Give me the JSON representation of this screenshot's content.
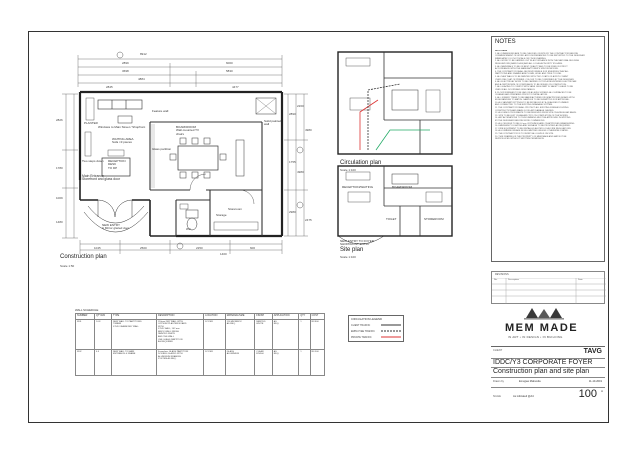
{
  "sheet": {
    "border_color": "#333333"
  },
  "construction_plan": {
    "title": "Construction plan",
    "scale": "Scale 1:50",
    "dims_top": [
      "8912",
      "2899",
      "6000",
      "3698",
      "5830",
      "4884",
      "2845",
      "4477"
    ],
    "dims_left": [
      "2826",
      "1780",
      "1009",
      "1480"
    ],
    "dims_right": [
      "2890",
      "2260",
      "4980",
      "1755",
      "4980",
      "2980",
      "2475"
    ],
    "dims_bottom": [
      "1045",
      "2500",
      "2250",
      "600",
      "1400"
    ],
    "rooms": {
      "reception": "RECEPTION\nDESK\nTO DP",
      "waiting": "WAITING AREA\nSofa ×3 pieces",
      "boardroom": "BOARDROOM\nWall-mounted TV\nchairs",
      "storeroom": "Storeroom",
      "toilet": "WC",
      "entry": "NEW ENTRY\n& Mirror glazed door",
      "wall_note": "Main Entrance\nStorefront and glass door",
      "steps": "Two steps down"
    },
    "labels": {
      "feature_wall": "Feature wall",
      "window": "Windows to Main Street / Shopfront",
      "plant": "PLANTER",
      "gym": "Glass partition",
      "storage": "Storage",
      "wall_text": "Solid painted\nwall"
    }
  },
  "circulation_plan": {
    "title": "Circulation plan",
    "scale": "Scale 1:100"
  },
  "site_plan": {
    "title": "Site plan",
    "scale": "Scale 1:100",
    "rooms": {
      "reception": "RECEPTION/WAITING",
      "boardroom": "BOARDROOM",
      "toilet": "TOILET",
      "storeroom": "STOREROOM"
    },
    "note": "NEW ENTRY TO FOYER\nSHOPFRONT ENTRY"
  },
  "legend": {
    "title": "CIRCULATION LEGEND",
    "rows": [
      "CLIENT TRAFFIC",
      "EMPLOYEE TRAFFIC",
      "PRIVATE TRAFFIC"
    ]
  },
  "schedule": {
    "title": "WALL SCHEDULE",
    "headers": [
      "NUMBER",
      "QTY/M2",
      "TYPE",
      "DESCRIPTION",
      "LOCATION",
      "MATERIAL/SIZE",
      "FINISH",
      "APPLICATION",
      "QTY",
      "COST"
    ],
    "rows": [
      [
        "W01",
        "14.8",
        "NEW WALL TO PARTITIONS\nTIMBER\nSTUD FRAME/DRY WALL",
        "110mm DRY WALL WITH\nGYPSUM PLASTER BOARD\nWITH\nSTUD WALL, 102 mm\nBRICK WALL FINISH\nPAINTED WHITE\nAND THE WALL\nUSE GLASS PARTITION\nAS REQUIRED",
        "FOYER",
        "110 MM BRICK\nAS REQ.",
        "PAINTED\nWHITE",
        "AS\nREQ.",
        "1",
        "R8 800"
      ],
      [
        "W02",
        "6.5",
        "NEW WALL TO MAIN\nENTRANCE & FRAME",
        "Frameless GLASS PARTITION\nDOUBLE GLAZED WITH\nALUMINIUM FRAMING\nSYSTEM AS REQ.",
        "FOYER",
        "GLASS\nALUMINIUM",
        "CLEAR\nFINISH",
        "AS\nREQ.",
        "1",
        "R6 500"
      ]
    ]
  },
  "notes": {
    "title": "NOTES",
    "lines": [
      "NOTE HERE",
      "1. ALL DIMENSIONS ARE TO BE CHECKED ON SITE BY THE CONTRACTOR BEFORE",
      "COMMENCEMENT OF WORK. ANY DISCREPANCIES TO BE REPORTED TO THE DESIGNER",
      "IMMEDIATELY. DO NOT SCALE OFF THIS DRAWING.",
      "2. ALL WORK TO BE CARRIED OUT IN ACCORDANCE WITH THE NATIONAL BUILDING",
      "REGULATIONS (SANS 10400) AND ALL LOCAL AUTHORITY BY-LAWS.",
      "3. ALL MATERIALS TO BE OF BEST QUALITY AND TO BE FIXED IN STRICT",
      "ACCORDANCE WITH THE MANUFACTURER'S SPECIFICATIONS.",
      "4. THE CONTRACTOR SHALL BE RESPONSIBLE FOR ENSURING THAT ALL",
      "PARTITIONS AND FRAMES ARE PLUMB, LEVEL AND TRUE TO LINE.",
      "5. ALL NEW WALLS TO BE PAINTED WITH TWO COATS OF ACRYLIC PAINT",
      "OVER ONE COAT OF PRIMER. COLOUR TO BE CONFIRMED BY THE DESIGNER.",
      "6. ALL ELECTRICAL WORK TO BE CARRIED OUT BY A REGISTERED ELECTRICIAN",
      "AND A CERTIFICATE OF COMPLIANCE TO BE ISSUED ON COMPLETION.",
      "7. ALL GLAZING TO COMPLY WITH SANS 10400 PART N. SAFETY GLASS TO BE",
      "USED IN ALL DOORS AND SIDE PANELS.",
      "8. FLOOR FINISHES TO BE LAID ON A LEVEL SCREED. ALL SURFACES TO BE",
      "CLEANED AND PREPARED PRIOR TO INSTALLATION.",
      "9. ALL JOINERY ITEMS TO BE MANUFACTURED FROM APPROVED BOARD WITH",
      "EDGE BANDING TO MATCH. SAMPLES TO BE SUBMITTED FOR APPROVAL.",
      "10. ALL SANITARY FITTINGS TO BE INSTALLED BY A QUALIFIED PLUMBER",
      "AND CONNECTED TO THE EXISTING DRAINAGE SYSTEM.",
      "11. THE CONTRACTOR SHALL PROTECT ALL EXISTING FINISHES DURING",
      "CONSTRUCTION AND MAKE GOOD ANY DAMAGE CAUSED.",
      "12. ALL DEMOLITION WASTE TO BE REMOVED FROM SITE ON A REGULAR BASIS.",
      "13. SITE TO BE LEFT CLEAN AND TIDY ON COMPLETION OF THE WORKS.",
      "14. ANY ALTERATIONS TO THIS DRAWING MUST BE APPROVED IN WRITING",
      "BY THE DESIGNER BEFORE WORK COMMENCES.",
      "15. ALL CEILINGS TO BE 6.4 mm GYPSUM BOARD ON APPROVED BRANDERING.",
      "16. EMERGENCY LIGHTING AND SIGNAGE TO BE PROVIDED AS REQUIRED.",
      "17. FIRE EQUIPMENT TO BE INSTALLED AS PER LOCAL FIRE REGULATIONS.",
      "18. ALL DIMENSIONS ARE IN MILLIMETRES UNLESS OTHERWISE STATED.",
      "19. THE CONTRACTOR IS TO VERIFY ALL LEVELS ON SITE.",
      "20. THIS DRAWING IS THE PROPERTY OF MEM MADE AND MAY NOT BE",
      "REPRODUCED WITHOUT WRITTEN PERMISSION."
    ]
  },
  "revision": {
    "title": "REVISIONS",
    "headers": [
      "No.",
      "Description",
      "Date"
    ]
  },
  "brand": {
    "name": "MEM MADE",
    "tagline": "IN ART  •  IN DESIGN  •  IN BUILDING",
    "color": "#222222"
  },
  "title_block": {
    "client_label": "CLIENT",
    "client": "TAVG",
    "project": "IDDC/Y3 CORPORATE FOYER",
    "drawing_title": "Construction plan and site plan",
    "drawn_label": "Drawn by",
    "drawn_by": "Emugwe Mabunda",
    "date": "11-10-2019",
    "scale_label": "SCALE",
    "scale": "As indicated @A4",
    "sheet_no": "100",
    "sheet_suffix": "A"
  }
}
